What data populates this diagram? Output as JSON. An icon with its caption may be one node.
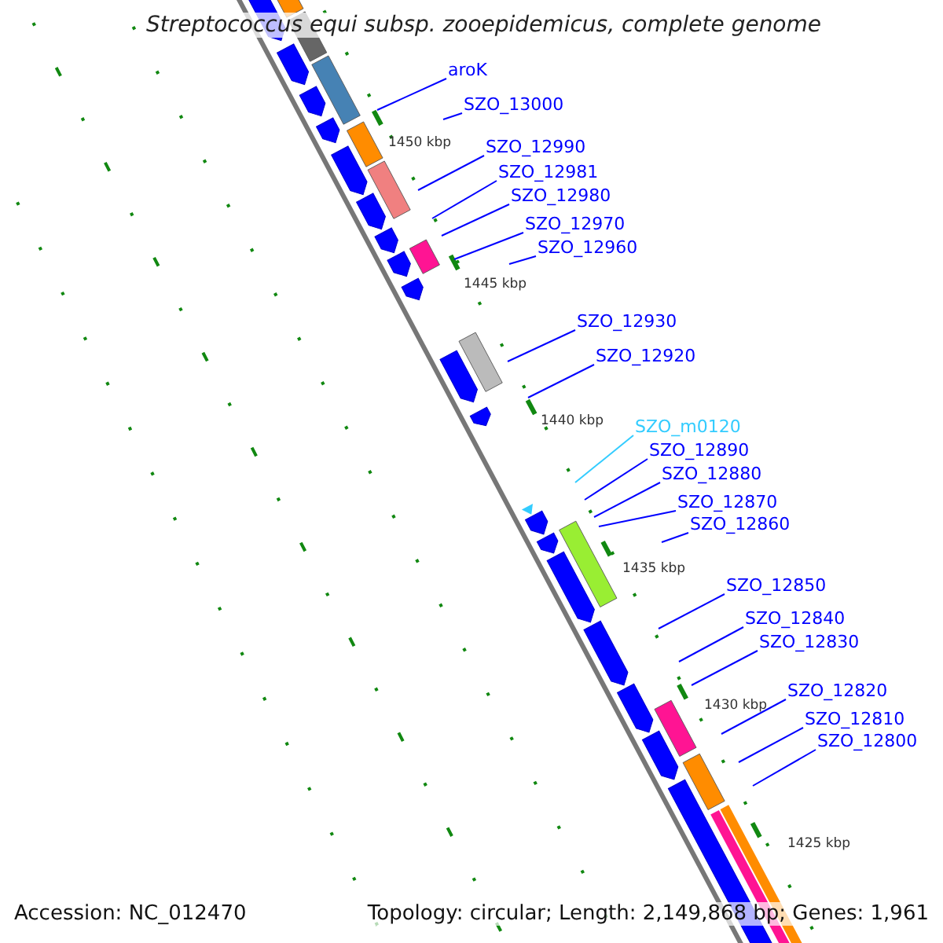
{
  "diagram": {
    "title": "Streptococcus equi subsp. zooepidemicus, complete genome",
    "nodes": [
      {
        "text": [
          "aroK"
        ]
      },
      {
        "text": [
          "SZO_13000"
        ]
      },
      {
        "text": [
          "SZO_12990"
        ]
      },
      {
        "text": [
          "SZO_12981"
        ]
      },
      {
        "text": [
          "SZO_12980"
        ]
      },
      {
        "text": [
          "SZO_12970"
        ]
      },
      {
        "text": [
          "SZO_12960"
        ]
      },
      {
        "text": [
          "SZO_12930"
        ]
      },
      {
        "text": [
          "SZO_12920"
        ]
      },
      {
        "text": [
          "SZO_m0120"
        ]
      },
      {
        "text": [
          "SZO_12890"
        ]
      },
      {
        "text": [
          "SZO_12880"
        ]
      },
      {
        "text": [
          "SZO_12870"
        ]
      },
      {
        "text": [
          "SZO_12860"
        ]
      },
      {
        "text": [
          "SZO_12850"
        ]
      },
      {
        "text": [
          "SZO_12840"
        ]
      },
      {
        "text": [
          "SZO_12830"
        ]
      },
      {
        "text": [
          "SZO_12820"
        ]
      },
      {
        "text": [
          "SZO_12810"
        ]
      },
      {
        "text": [
          "SZO_12800"
        ]
      }
    ],
    "edges": [
      {
        "from": 0,
        "to": null,
        "arrow": "none"
      },
      {
        "from": 1,
        "to": null,
        "arrow": "none"
      },
      {
        "from": 2,
        "to": null,
        "arrow": "none"
      },
      {
        "from": 3,
        "to": null,
        "arrow": "none"
      },
      {
        "from": 4,
        "to": null,
        "arrow": "none"
      },
      {
        "from": 5,
        "to": null,
        "arrow": "none"
      },
      {
        "from": 6,
        "to": null,
        "arrow": "none"
      },
      {
        "from": 7,
        "to": null,
        "arrow": "none"
      },
      {
        "from": 8,
        "to": null,
        "arrow": "none"
      },
      {
        "from": 9,
        "to": null,
        "arrow": "none",
        "color": "#33ccff"
      },
      {
        "from": 10,
        "to": null,
        "arrow": "none"
      },
      {
        "from": 11,
        "to": null,
        "arrow": "none"
      },
      {
        "from": 12,
        "to": null,
        "arrow": "none"
      },
      {
        "from": 13,
        "to": null,
        "arrow": "none"
      },
      {
        "from": 14,
        "to": null,
        "arrow": "none"
      },
      {
        "from": 15,
        "to": null,
        "arrow": "none"
      },
      {
        "from": 16,
        "to": null,
        "arrow": "none"
      },
      {
        "from": 17,
        "to": null,
        "arrow": "none"
      },
      {
        "from": 18,
        "to": null,
        "arrow": "none"
      },
      {
        "from": 19,
        "to": null,
        "arrow": "none"
      }
    ],
    "labels": [
      "1450 kbp",
      "1445 kbp",
      "1440 kbp",
      "1435 kbp",
      "1430 kbp",
      "1425 kbp",
      "Accession: NC_012470",
      "Topology: circular; Length: 2,149,868 bp; Genes: 1,961"
    ]
  }
}
